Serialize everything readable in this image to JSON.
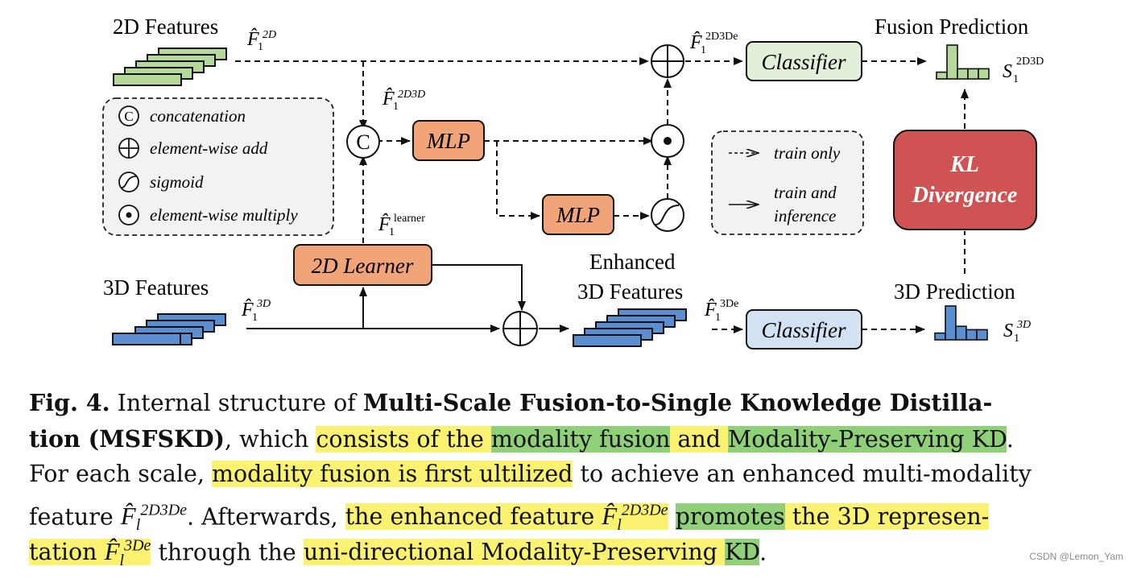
{
  "diagram": {
    "titles": {
      "features_2d": "2D Features",
      "features_3d": "3D Features",
      "enhanced_line1": "Enhanced",
      "enhanced_line2": "3D Features",
      "fusion_prediction": "Fusion Prediction",
      "prediction_3d": "3D Prediction"
    },
    "boxes": {
      "classifier_top": "Classifier",
      "classifier_bottom": "Classifier",
      "mlp_top": "MLP",
      "mlp_bottom": "MLP",
      "learner": "2D Learner",
      "kl_line1": "KL",
      "kl_line2": "Divergence"
    },
    "symbols": {
      "F": "F̂",
      "S": "S"
    },
    "math_labels": {
      "f2d_sub": "1",
      "f2d_sup": "2D",
      "f2d3d_sub": "1",
      "f2d3d_sup": "2D3D",
      "flearner_sub": "1",
      "flearner_sup": "learner",
      "f3d_sub": "1",
      "f3d_sup": "3D",
      "f2d3dde_sub": "1",
      "f2d3dde_sup": "2D3De",
      "f3dde_sub": "1",
      "f3dde_sup": "3De",
      "s2d3d_sub": "1",
      "s2d3d_sup": "2D3D",
      "s3d_sub": "1",
      "s3d_sup": "3D"
    },
    "legend_ops": {
      "concat_symbol": "C",
      "concat": "concatenation",
      "add": "element-wise add",
      "sigmoid": "sigmoid",
      "multiply": "element-wise multiply"
    },
    "legend_arrows": {
      "train_only": "train only",
      "train_and": "train and",
      "inference": "inference"
    },
    "colors": {
      "green_fill": "#b5d89b",
      "green_light": "#e2f0d9",
      "blue_fill": "#5b8fd1",
      "blue_light": "#d2e2f3",
      "orange_fill": "#f0a478",
      "kl_fill": "#d05353",
      "legend_bg": "#f2f2f2",
      "highlight_yellow": "#fbf272",
      "highlight_green": "#8fd078"
    },
    "histograms": {
      "fusion": [
        2,
        10,
        3,
        3,
        3
      ],
      "prediction_3d": [
        2,
        10,
        4,
        3,
        3
      ]
    }
  },
  "caption": {
    "fig_label": "Fig. 4.",
    "l1_a": " Internal structure of ",
    "l1_b": "Multi-Scale Fusion-to-Single Knowledge Distilla-",
    "l2_a": "tion (MSFSKD)",
    "l2_b": ", which ",
    "l2_c": "consists of the ",
    "l2_d": "modality fusion",
    "l2_e": " and ",
    "l2_f": "Modality-Preserving KD",
    "l2_g": ".",
    "l3_a": "For each scale, ",
    "l3_b": "modality fusion is first ultilized",
    "l3_c": " to achieve an enhanced multi-modality",
    "l4_a": "feature ",
    "l4_b": ". Afterwards, ",
    "l4_c": "the enhanced feature ",
    "l4_d": "promotes",
    "l4_e": " the 3D represen-",
    "l5_a": "tation ",
    "l5_b": " through the ",
    "l5_c": "uni-directional Modality-Preserving ",
    "l5_d": "KD",
    "l5_e": ".",
    "math_symbol": "F̂",
    "math_sub": "l",
    "math_sup_2d3de": "2D3De",
    "math_sup_3de": "3De"
  },
  "watermark": "CSDN @Lemon_Yam"
}
